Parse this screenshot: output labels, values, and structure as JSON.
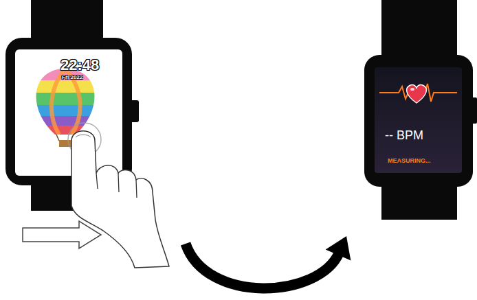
{
  "diagram": {
    "nodes": [
      {
        "text": [
          "22:48",
          "Fri 2022"
        ]
      },
      {
        "text": [
          "-- BPM",
          "MEASURING..."
        ]
      }
    ],
    "edges": [
      {
        "from": 0,
        "to": 1,
        "arrow": "to"
      }
    ]
  }
}
